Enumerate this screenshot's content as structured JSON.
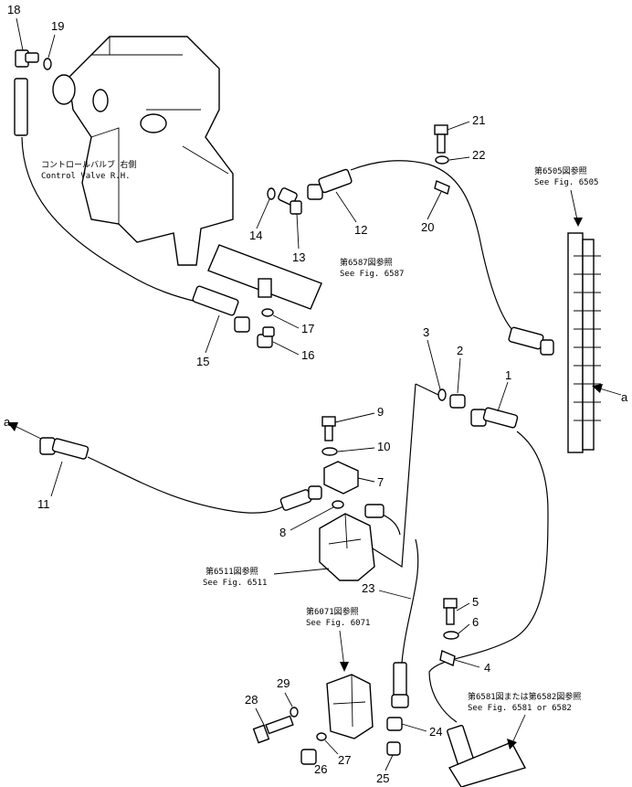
{
  "callouts": [
    "1",
    "2",
    "3",
    "4",
    "5",
    "6",
    "7",
    "8",
    "9",
    "10",
    "11",
    "12",
    "13",
    "14",
    "15",
    "16",
    "17",
    "18",
    "19",
    "20",
    "21",
    "22",
    "23",
    "24",
    "25",
    "26",
    "27",
    "28",
    "29"
  ],
  "side_labels": {
    "a_right": "a",
    "a_left": "a"
  },
  "refs": {
    "cv_jp": "コントロールバルブ 右側",
    "cv_en": "Control Valve R.H.",
    "r6505_jp": "第6505図参照",
    "r6505_en": "See Fig. 6505",
    "r6587_jp": "第6587図参照",
    "r6587_en": "See Fig. 6587",
    "r6511_jp": "第6511図参照",
    "r6511_en": "See Fig. 6511",
    "r6071_jp": "第6071図参照",
    "r6071_en": "See Fig. 6071",
    "r6581_jp": "第6581図または第6582図参照",
    "r6581_en": "See Fig. 6581 or 6582"
  }
}
